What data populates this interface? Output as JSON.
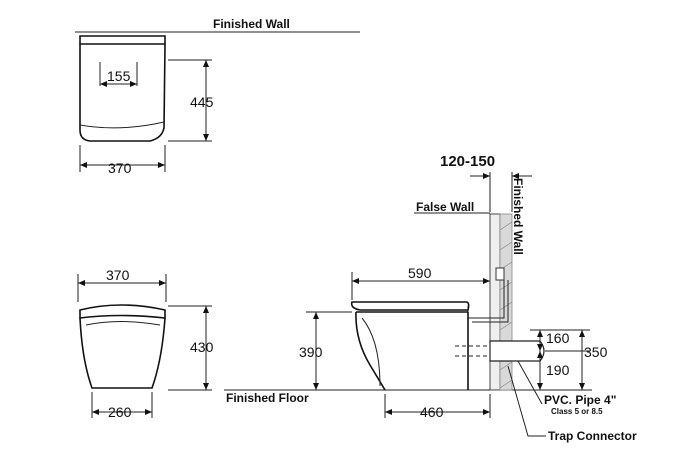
{
  "top_view": {
    "finished_wall_label": "Finished Wall",
    "dim_outlet": "155",
    "dim_depth": "445",
    "dim_width": "370"
  },
  "front_view": {
    "dim_top_width": "370",
    "dim_height": "430",
    "dim_base_width": "260",
    "finished_floor_label": "Finished Floor"
  },
  "side_view": {
    "dim_wall_gap": "120-150",
    "false_wall_label": "False Wall",
    "finished_wall_label": "Finished Wall",
    "dim_length": "590",
    "dim_seat_height": "390",
    "dim_pipe_top": "160",
    "dim_pipe_center": "350",
    "dim_pipe_bottom": "190",
    "dim_base_length": "460",
    "pvc_pipe_label": "PVC. Pipe 4\"",
    "pipe_class_label": "Class 5 or 8.5",
    "trap_connector_label": "Trap Connector"
  }
}
